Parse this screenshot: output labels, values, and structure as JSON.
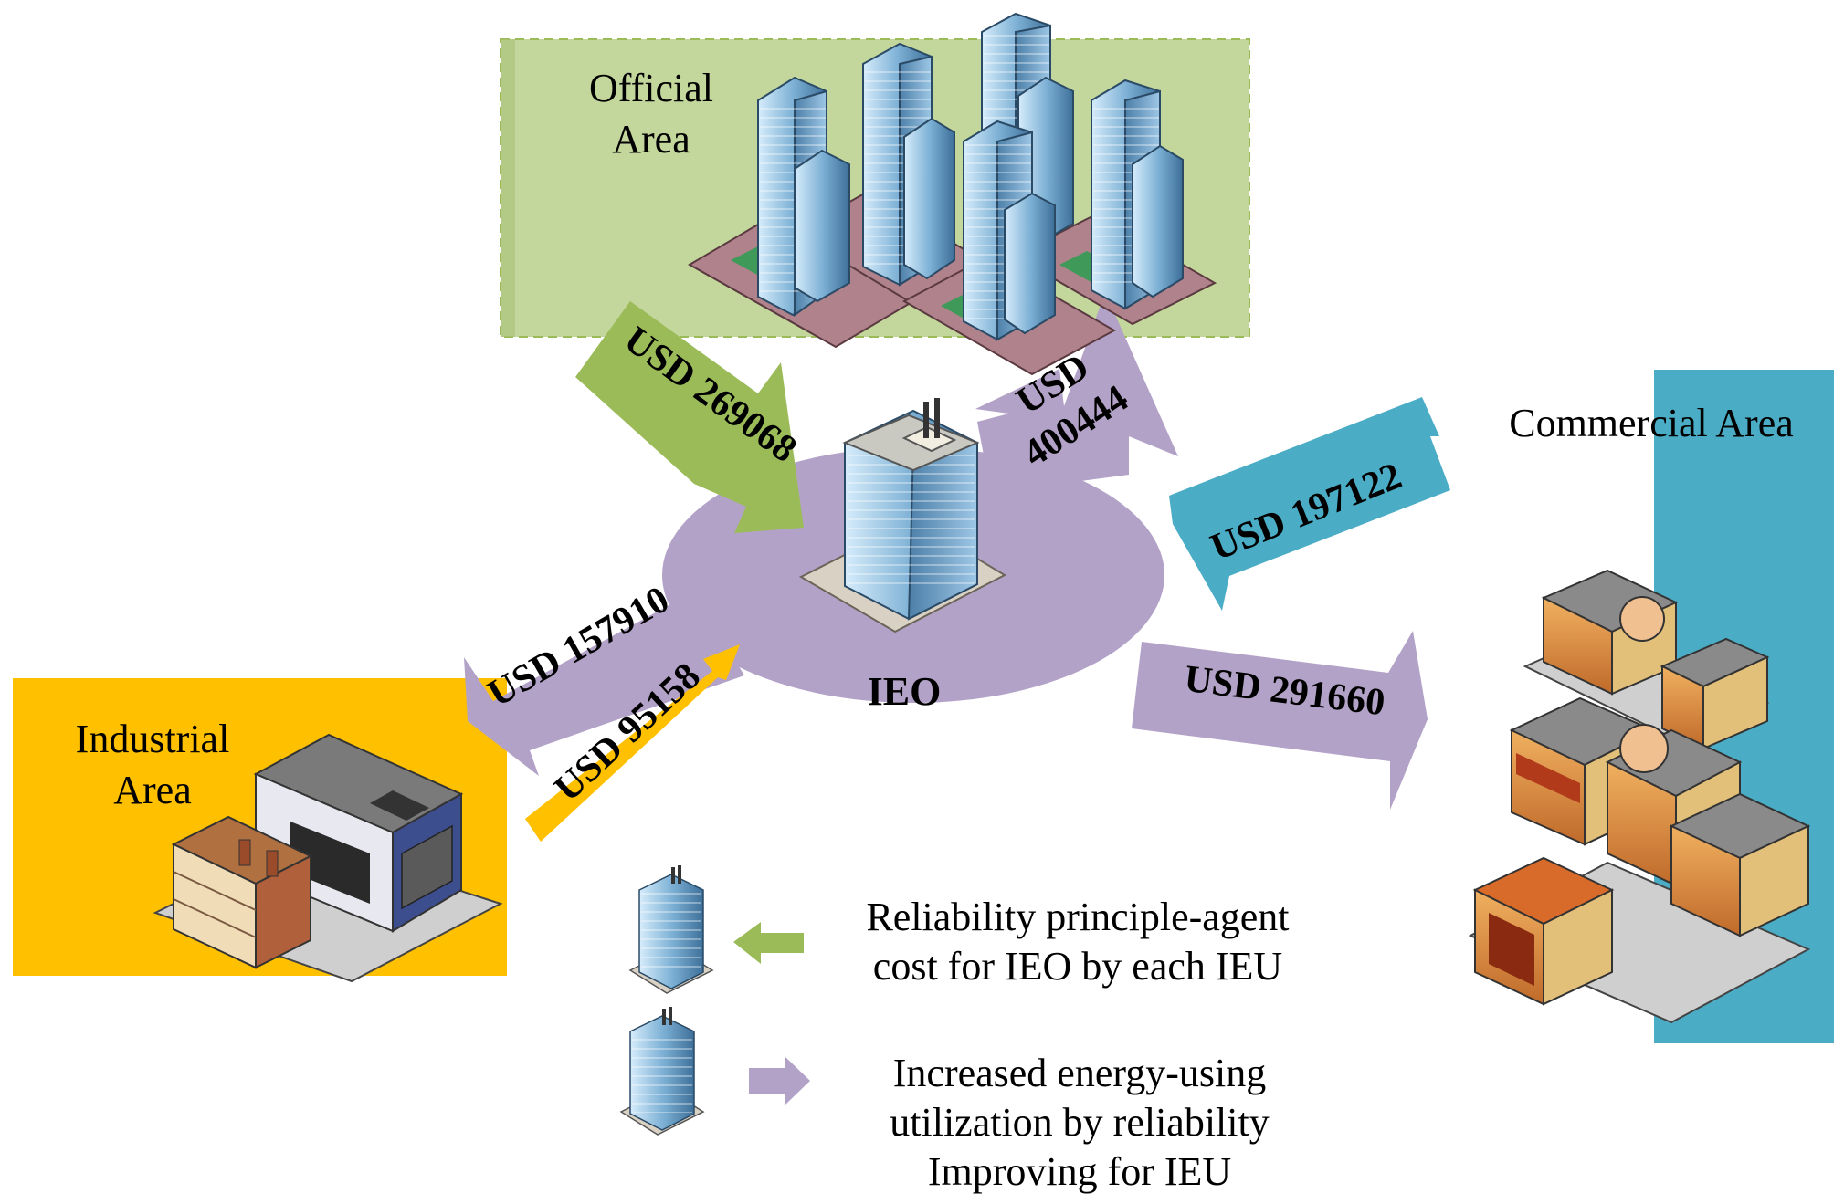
{
  "areas": {
    "official": {
      "line1": "Official",
      "line2": "Area",
      "color": "#c3d69b"
    },
    "industrial": {
      "line1": "Industrial",
      "line2": "Area",
      "color": "#ffc000"
    },
    "commercial": {
      "label": "Commercial Area",
      "color": "#4bacc6"
    }
  },
  "center": {
    "label": "IEO",
    "color": "#b3a2c7"
  },
  "flows": {
    "official_to_ieo": {
      "label": "USD 269068",
      "color": "#9bbb59"
    },
    "ieo_to_official": {
      "line1": "USD",
      "line2": "400444",
      "color": "#b3a2c7"
    },
    "commercial_to_ieo": {
      "label": "USD 197122",
      "color": "#4bacc6"
    },
    "ieo_to_commercial": {
      "label": "USD 291660",
      "color": "#b3a2c7"
    },
    "ieo_to_industrial": {
      "label": "USD 157910",
      "color": "#b3a2c7"
    },
    "industrial_to_ieo": {
      "label": "USD 95158",
      "color": "#ffc000"
    }
  },
  "legend": {
    "cost": {
      "line1": "Reliability principle-agent",
      "line2": "cost for IEO by each IEU",
      "arrow_color": "#9bbb59"
    },
    "utilization": {
      "line1": "Increased energy-using",
      "line2": "utilization by reliability",
      "line3": "Improving for IEU",
      "arrow_color": "#b3a2c7"
    }
  }
}
